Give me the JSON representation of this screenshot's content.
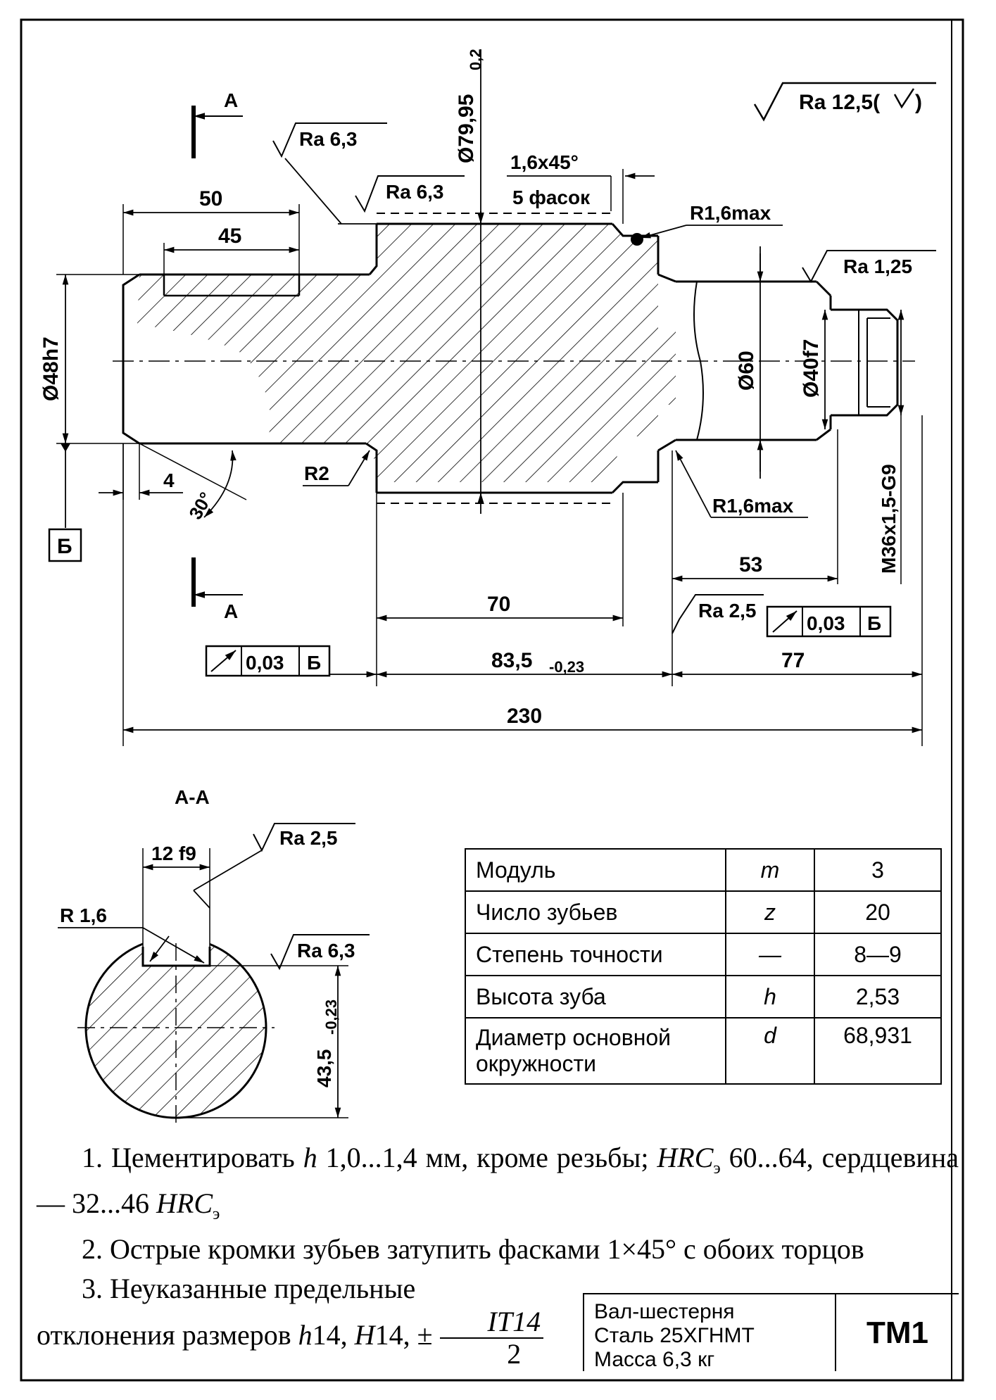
{
  "labels": {
    "section_mark_top": "А",
    "section_mark_bottom": "А",
    "datum_b": "Б",
    "ra_general": "Ra 12,5(",
    "ra_general_suffix": ")",
    "ra_63_a": "Ra 6,3",
    "ra_63_b": "Ra 6,3",
    "ra_125": "Ra 1,25",
    "ra_25_a": "Ra 2,5",
    "ra_25_b": "Ra 2,5",
    "ra_63_c": "Ra 6,3",
    "dia_tip": "Ø79,95",
    "dia_tip_tol": "0,2",
    "chamfer": "1,6x45°",
    "chamfer_count": "5 фасок",
    "radius_top": "R1,6max",
    "radius_bottom": "R1,6max",
    "radius_r2": "R2",
    "dim_50": "50",
    "dim_45": "45",
    "dia_48": "Ø48h7",
    "dia_60": "Ø60",
    "dia_40": "Ø40f7",
    "thread": "M36x1,5-G9",
    "dim_4": "4",
    "angle_30": "30°",
    "dim_53": "53",
    "dim_70": "70",
    "dim_835": "83,5",
    "dim_835_tol": "-0,23",
    "dim_77": "77",
    "dim_230": "230",
    "runout_1_value": "0,03",
    "runout_1_datum": "Б",
    "runout_2_value": "0,03",
    "runout_2_datum": "Б",
    "section_title": "А-А",
    "key_width": "12 f9",
    "key_radius": "R 1,6",
    "key_depth": "43,5",
    "key_depth_tol": "-0,23"
  },
  "table": {
    "rows": [
      {
        "name": "Модуль",
        "symbol": "m",
        "value": "3"
      },
      {
        "name": "Число зубьев",
        "symbol": "z",
        "value": "20"
      },
      {
        "name": "Степень точности",
        "symbol": "—",
        "value": "8—9"
      },
      {
        "name": "Высота зуба",
        "symbol": "h",
        "value": "2,53"
      },
      {
        "name": "Диаметр основной окружности",
        "symbol": "d",
        "value": "68,931"
      }
    ]
  },
  "notes": {
    "n1_a": "1. Цементировать ",
    "n1_h": "h",
    "n1_b": " 1,0...1,4 мм, кроме резьбы; ",
    "n1_hrc": "HRC",
    "n1_sub": "э",
    "n1_c": " 60...64, сердцевина — 32...46 ",
    "n1_hrc2": "HRC",
    "n1_sub2": "э",
    "n2": "2. Острые кромки зубьев затупить фасками 1×45° с обоих торцов",
    "n3_a": "3. Неуказанные предельные отклонения размеров ",
    "n3_h": "h",
    "n3_b": "14, ",
    "n3_H": "H",
    "n3_c": "14, ± ",
    "n3_num": "IT14",
    "n3_den": "2"
  },
  "stamp": {
    "line1": "Вал-шестерня",
    "line2": "Сталь 25ХГНМТ",
    "line3": "Масса 6,3 кг",
    "code": "ТМ1"
  }
}
